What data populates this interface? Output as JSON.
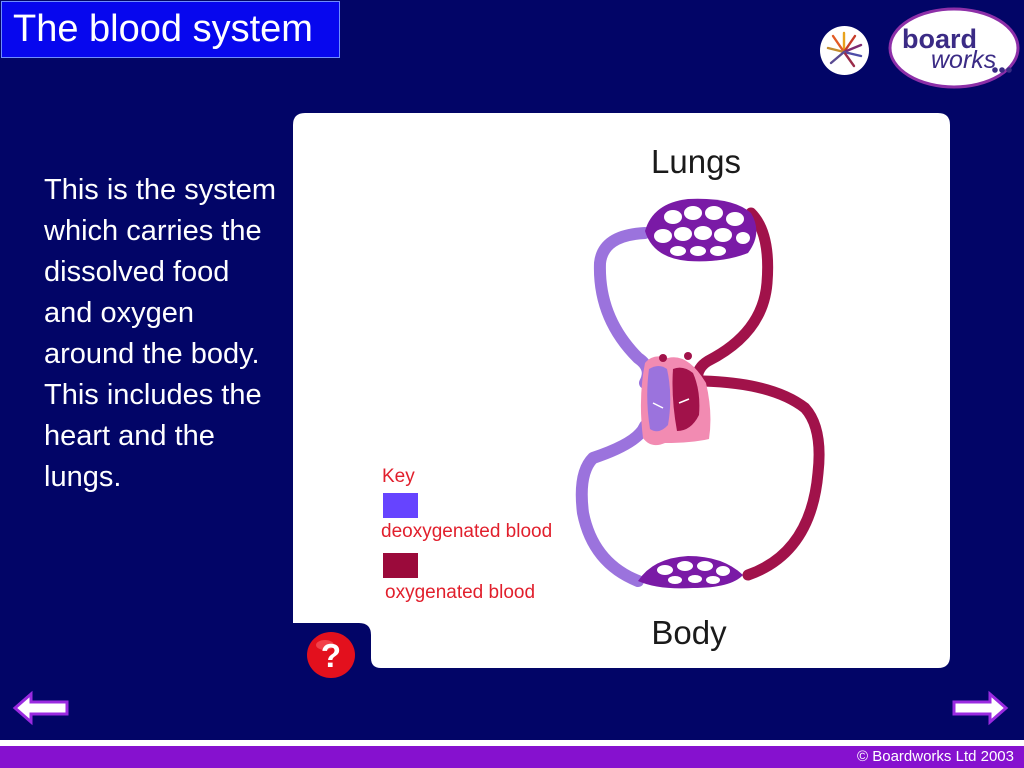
{
  "header": {
    "title": "The blood system",
    "logo_text_1": "board",
    "logo_text_2": "works"
  },
  "body_text": "This is the system which carries the dissolved food and oxygen around the body. This includes the heart and the lungs.",
  "diagram": {
    "top_label": "Lungs",
    "bottom_label": "Body",
    "key": {
      "title": "Key",
      "items": [
        {
          "label": "deoxygenated blood",
          "color": "#6644ff"
        },
        {
          "label": "oxygenated blood",
          "color": "#9b0a3b"
        }
      ]
    },
    "colors": {
      "deoxygenated_vessel": "#9b73dd",
      "oxygenated_vessel": "#a1124a",
      "heart_outer": "#f28bb2",
      "capillary": "#7a1aa6"
    }
  },
  "controls": {
    "help_label": "?"
  },
  "footer": {
    "copyright": "© Boardworks Ltd 2003"
  },
  "colors": {
    "background": "#020567",
    "title_fill": "#0707ee",
    "footer_bar": "#8611cf",
    "help_red": "#e3101d",
    "arrow_purple": "#9a2ae0"
  }
}
